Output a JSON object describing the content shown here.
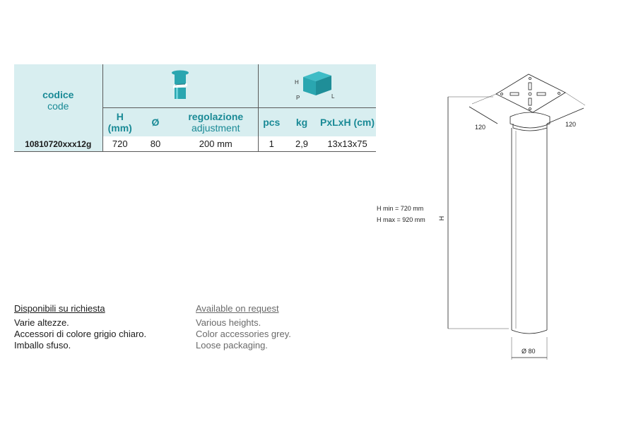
{
  "table": {
    "code_label_it": "codice",
    "code_label_en": "code",
    "box_icon_labels": {
      "h": "H",
      "p": "P",
      "l": "L"
    },
    "columns": [
      {
        "key": "h",
        "line1": "H",
        "line2": "(mm)"
      },
      {
        "key": "d",
        "line1": "Ø",
        "line2": ""
      },
      {
        "key": "reg",
        "line1": "regolazione",
        "line2": "adjustment"
      },
      {
        "key": "pcs",
        "line1": "pcs",
        "line2": ""
      },
      {
        "key": "kg",
        "line1": "kg",
        "line2": ""
      },
      {
        "key": "dim",
        "line1": "PxLxH (cm)",
        "line2": ""
      }
    ],
    "row": {
      "code": "10810720xxx12g",
      "h": "720",
      "d": "80",
      "reg": "200 mm",
      "pcs": "1",
      "kg": "2,9",
      "dim": "13x13x75"
    }
  },
  "notes_it": {
    "title": "Disponibili su richiesta",
    "lines": [
      "Varie altezze.",
      "Accessori di colore grigio chiaro.",
      "Imballo sfuso."
    ]
  },
  "notes_en": {
    "title": "Available on request",
    "lines": [
      "Various heights.",
      "Color accessories grey.",
      "Loose packaging."
    ]
  },
  "drawing": {
    "plate_width_left": "120",
    "plate_width_right": "120",
    "h_min": "H min = 720 mm",
    "h_max": "H max = 920 mm",
    "h_label": "H",
    "diameter": "Ø 80"
  },
  "colors": {
    "accent": "#1a8a96",
    "header_bg": "#d8eef0",
    "icon_teal": "#2aa6b0"
  }
}
